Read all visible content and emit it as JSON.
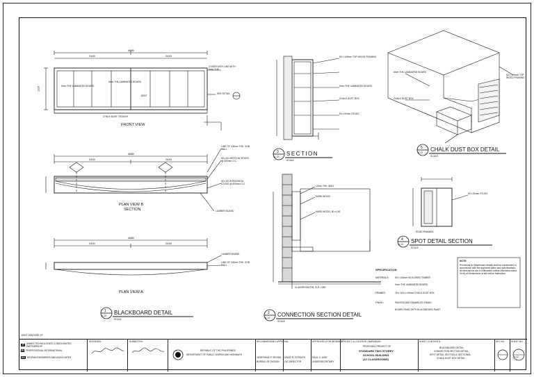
{
  "joint_venture": "JOINT VENTURE OF",
  "firms": [
    {
      "mark": "JT",
      "name": "JAMES TECHNOLOGIES CONSOLIDATED PARTNERSHIP"
    },
    {
      "mark": "PI",
      "name": "PROFESSIONAL INTERNATIONAL"
    },
    {
      "mark": "DA",
      "name": "DEVRAN ENGINEERS AND ASSOCIATES"
    }
  ],
  "titleblock": {
    "designed_label": "DESIGNED:",
    "submitted_label": "SUBMITTED:",
    "recommending_label": "RECOMMENDING APPROVAL",
    "approved_label": "APPROVED (FOR BIDDING):",
    "project_label": "PROJECT & LOCATION / BARANGAY:",
    "sheet_contents_label": "SHEET CONTENTS:",
    "set_no_label": "SET NO.",
    "sheet_no_label": "SHEET NO.",
    "republic": "REPUBLIC OF THE PHILIPPINES",
    "department": "DEPARTMENT OF PUBLIC WORKS AND HIGHWAYS",
    "signatory_1": "JOSEPHINE P. SEVIDE",
    "signatory_2": "DAVID R. FOTANTE",
    "signatory_3": "RAUL C. ASIS",
    "signatory_1_title": "BUREAU OF DESIGN",
    "signatory_2_title": "OIC-DIRECTOR",
    "signatory_3_title": "UNDERSECRETARY",
    "project_line1": "PROPOSED PROJECT OF",
    "project_line2": "STANDARD TWO STOREY",
    "project_line3": "SCHOOL BUILDING",
    "project_line4": "(12 CLASSROOMS)",
    "sheet_contents_1": "BLACKBOARD DETAIL,",
    "sheet_contents_2": "CONNECTION SECTION DETAIL,",
    "sheet_contents_3": "SPOT DETAIL SECTION & SECTIONAL",
    "sheet_contents_4": "CHALK DUST BOX DETAIL",
    "sheet_no": "A-12"
  },
  "views": {
    "front_view": "FRONT VIEW",
    "plan_view_b_1": "PLAN VIEW B",
    "plan_view_b_2": "SECTION",
    "plan_view_a": "PLAN VIEW A"
  },
  "details": [
    {
      "num": "1",
      "ref": "A-12",
      "title": "BLACKBOARD DETAIL"
    },
    {
      "num": "2",
      "ref": "A-12",
      "title": "CONNECTION SECTION DETAIL"
    },
    {
      "num": "3",
      "ref": "A-12",
      "title": "SECTION"
    },
    {
      "num": "4",
      "ref": "A-12",
      "title": "SPOT DETAIL SECTION"
    },
    {
      "num": "5",
      "ref": "A-12",
      "title": "CHALK DUST BOX DETAIL"
    }
  ],
  "edge_framing": "EDGE FRAMING",
  "scale_label": "SCALE",
  "dims": {
    "overall": "4880",
    "half": "2440",
    "height": "1220"
  },
  "front_labels": {
    "cover": "COVER WITH LINE WITH 6mm THK.",
    "plywood": "6mm THK LAMINATED BOARD",
    "joint": "JOINT",
    "trough": "CHALK DUST TROUGH",
    "see_detail": "SEE DETAIL"
  },
  "plan_labels": {
    "line": "LINE OF 100mm THK. CHB WALL",
    "studs": "50 x 50 VERTICAL STUDS @ 400mm O.C.",
    "horizontal": "50 x 50 HORIZONTAL STUDS @ 600mm O.C.",
    "board": "LUMBER BOARD"
  },
  "specs": {
    "heading": "SPECIFICATION",
    "materials_label": "MATERIALS:",
    "finishes_label": "FINISH:",
    "frame_label": "FRAMES:",
    "m1": "50 x 100mm KILN DRIED TIMBER",
    "m2": "6mm THK LAMINATED BOARD",
    "f1": "25 x 100 x 100mm CHALK DUST BOX",
    "f2": "PAINTED AND ENAMELED FINISH",
    "f3": "BOARD PAINT WITH BLACKBOARD PAINT"
  },
  "note": {
    "heading": "NOTE:",
    "body": "Provisions for Blackboard details shall be constructed in accordance with the approved plans and specifications. All dimensions are in millimeters unless otherwise noted. Verify all dimensions at site before fabrication."
  },
  "connection_labels": {
    "l1": "12mm THK. BOLT",
    "l2": "HARD WOOD",
    "l3": "HARD WOOD, 50 x 100",
    "l4": "CLASSROOM FIN. FLR. LINE"
  },
  "section_labels": {
    "top": "50 x 100mm TOP WOOD FRAMING",
    "ply": "6mm THK LAMINATED BOARD",
    "chalk": "CHALK DUST BOX",
    "bottom": "50 x 50mm STUDS"
  }
}
